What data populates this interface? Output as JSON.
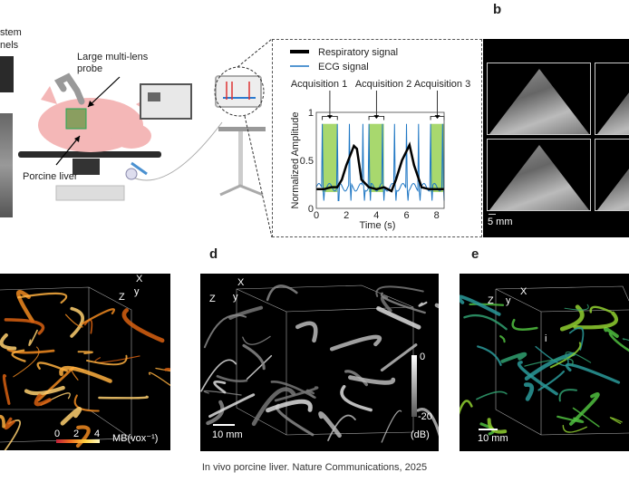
{
  "panel_a": {
    "system_label_line1": "stem",
    "system_label_line2": "nels",
    "probe_label_line1": "Large multi-lens",
    "probe_label_line2": "probe",
    "liver_label": "Porcine liver"
  },
  "chart_data": {
    "type": "line",
    "xlabel": "Time (s)",
    "ylabel": "Normalized Amplitude",
    "xlim": [
      0,
      8.5
    ],
    "ylim": [
      0,
      1
    ],
    "xticks": [
      "0",
      "2",
      "4",
      "6",
      "8"
    ],
    "yticks": [
      "0",
      "0.5",
      "1"
    ],
    "legend_position": "top-left",
    "series": [
      {
        "name": "Respiratory signal",
        "color": "#000000",
        "x": [
          0,
          0.5,
          1,
          1.4,
          1.7,
          2,
          2.5,
          2.7,
          3,
          3.5,
          4,
          4.5,
          5,
          5.3,
          5.7,
          6.2,
          6.5,
          7,
          7.5,
          8,
          8.5
        ],
        "y": [
          0.2,
          0.2,
          0.22,
          0.22,
          0.3,
          0.45,
          0.65,
          0.62,
          0.3,
          0.22,
          0.2,
          0.22,
          0.18,
          0.3,
          0.5,
          0.66,
          0.45,
          0.22,
          0.2,
          0.2,
          0.2
        ]
      },
      {
        "name": "ECG signal",
        "color": "#1f77c4",
        "spikes_at": [
          0.4,
          1.4,
          2.2,
          3.1,
          3.5,
          4.4,
          5.2,
          6.0,
          6.8,
          7.6,
          8.4
        ],
        "baseline": 0.22,
        "spike_peak": 0.88,
        "trough": 0.08
      }
    ],
    "acquisition_windows": [
      {
        "label": "Acquisition 1",
        "start": 0.4,
        "end": 1.4
      },
      {
        "label": "Acquisition 2",
        "start": 3.5,
        "end": 4.5
      },
      {
        "label": "Acquisition 3",
        "start": 7.6,
        "end": 8.5
      }
    ],
    "window_color": "#a8d86e"
  },
  "panel_b": {
    "label": "b",
    "scalebar": "5 mm"
  },
  "panel_c": {
    "colorbar_ticks": [
      "0",
      "2",
      "4"
    ],
    "colorbar_unit": "MB(vox⁻¹)",
    "axes": [
      "X",
      "y",
      "Z"
    ]
  },
  "panel_d": {
    "label": "d",
    "scalebar": "10 mm",
    "colorbar_max": "0",
    "colorbar_min": "-20",
    "colorbar_unit": "(dB)",
    "axes": [
      "X",
      "y",
      "Z"
    ]
  },
  "panel_e": {
    "label": "e",
    "scalebar": "10 mm",
    "inset_label": "i",
    "axes": [
      "X",
      "y",
      "Z"
    ]
  },
  "caption": "In vivo porcine liver. Nature Communications, 2025"
}
